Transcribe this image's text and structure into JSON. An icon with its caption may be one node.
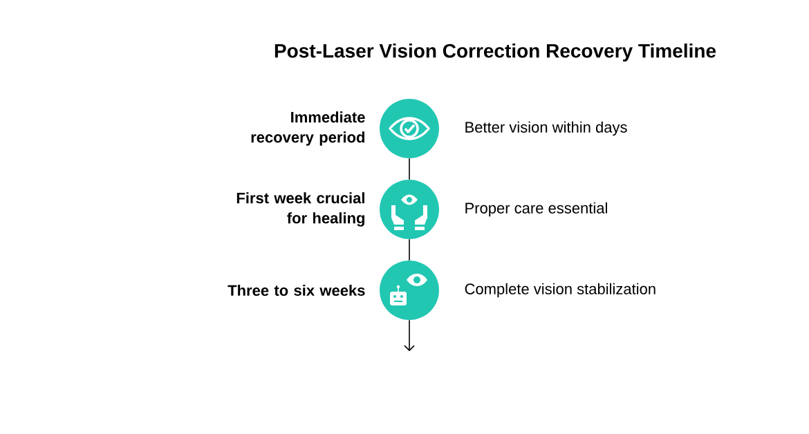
{
  "diagram": {
    "title": "Post-Laser Vision Correction Recovery Timeline",
    "nodes": [
      {
        "text": [],
        "shape": "circle",
        "beside": [
          "Immediate recovery period",
          "Better vision within days"
        ]
      },
      {
        "text": [],
        "shape": "circle",
        "beside": [
          "First week crucial for healing",
          "Proper care essential"
        ]
      },
      {
        "text": [],
        "shape": "circle",
        "beside": [
          "Three to six weeks",
          "Complete vision stabilization"
        ]
      }
    ],
    "edges": [
      {
        "from": 0,
        "to": 1,
        "arrow": "none"
      },
      {
        "from": 1,
        "to": 2,
        "arrow": "none"
      },
      {
        "from": 2,
        "to": null,
        "arrow": "to"
      }
    ]
  }
}
